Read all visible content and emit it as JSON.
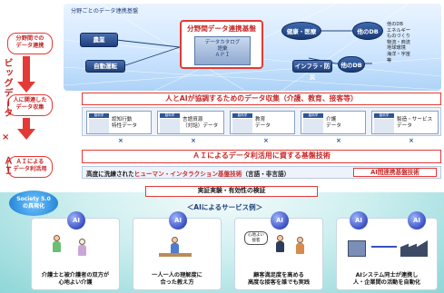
{
  "left": {
    "step1": "分野間での\nデータ連携",
    "step2": "人に関連した\nデータ収集",
    "step3": "ＡＩによる\nデータ利活用",
    "bigdata": "ビッグデータ",
    "times": "×",
    "ai": "ＡＩ",
    "society": "Society 5.0\nの具現化"
  },
  "top": {
    "caption": "分野ごとのデータ連携基盤",
    "hub_title": "分野間データ連携基盤",
    "hub_inner": "データカタログ\n語彙\nＡＰＩ",
    "nodes": {
      "agri": "農業",
      "health": "健康・医療",
      "other_db": "他のDB",
      "auto": "自動運転",
      "infra": "インフラ・防災",
      "other_db2": "他のDB"
    },
    "other_list": "他のDB\nエネルギー\nものづくり\n物流・商流\n地球環境\n海洋・宇宙\n等"
  },
  "bands": {
    "collect": "人とAIが協調するためのデータ収集（介護、教育、接客等）",
    "ai_base": "ＡＩによるデータ利活用に資する基盤技術",
    "human_prefix": "高度に洗練された",
    "human_hl": "ヒューマン・インタラクション基盤技術",
    "human_suffix": "（言語・非言語）",
    "ai_coop": "AI間連携基盤技術",
    "verify": "実証実験・有効性の検証",
    "service": "＜AIによるサービス例＞"
  },
  "cards": [
    {
      "tag": "脳科学",
      "text": "認知行動\n特性データ"
    },
    {
      "tag": "脳科学",
      "text": "言語資源\n（対話）データ"
    },
    {
      "tag": "脳科学",
      "text": "教育\nデータ"
    },
    {
      "tag": "脳科学",
      "text": "介護\nデータ"
    },
    {
      "tag": "脳科学",
      "text": "製造・サービス\nデータ"
    }
  ],
  "services": [
    {
      "ai": "AI",
      "caption": "介護士と被介護者の双方が\n心地よい介護"
    },
    {
      "ai": "AI",
      "caption": "一人一人の理解度に\n合った教え方"
    },
    {
      "ai": "AI",
      "caption": "顧客満足度を高める\n高度な接客を誰でも実践"
    },
    {
      "ai": "AI",
      "caption": "AIシステム同士が連携し\n人・企業間の活動を自動化"
    }
  ],
  "service_bubbles": {
    "s3": "心地よい\n接客"
  },
  "colors": {
    "accent_red": "#e53935",
    "navy": "#1f3f7a",
    "teal": "#8fd6d8"
  }
}
